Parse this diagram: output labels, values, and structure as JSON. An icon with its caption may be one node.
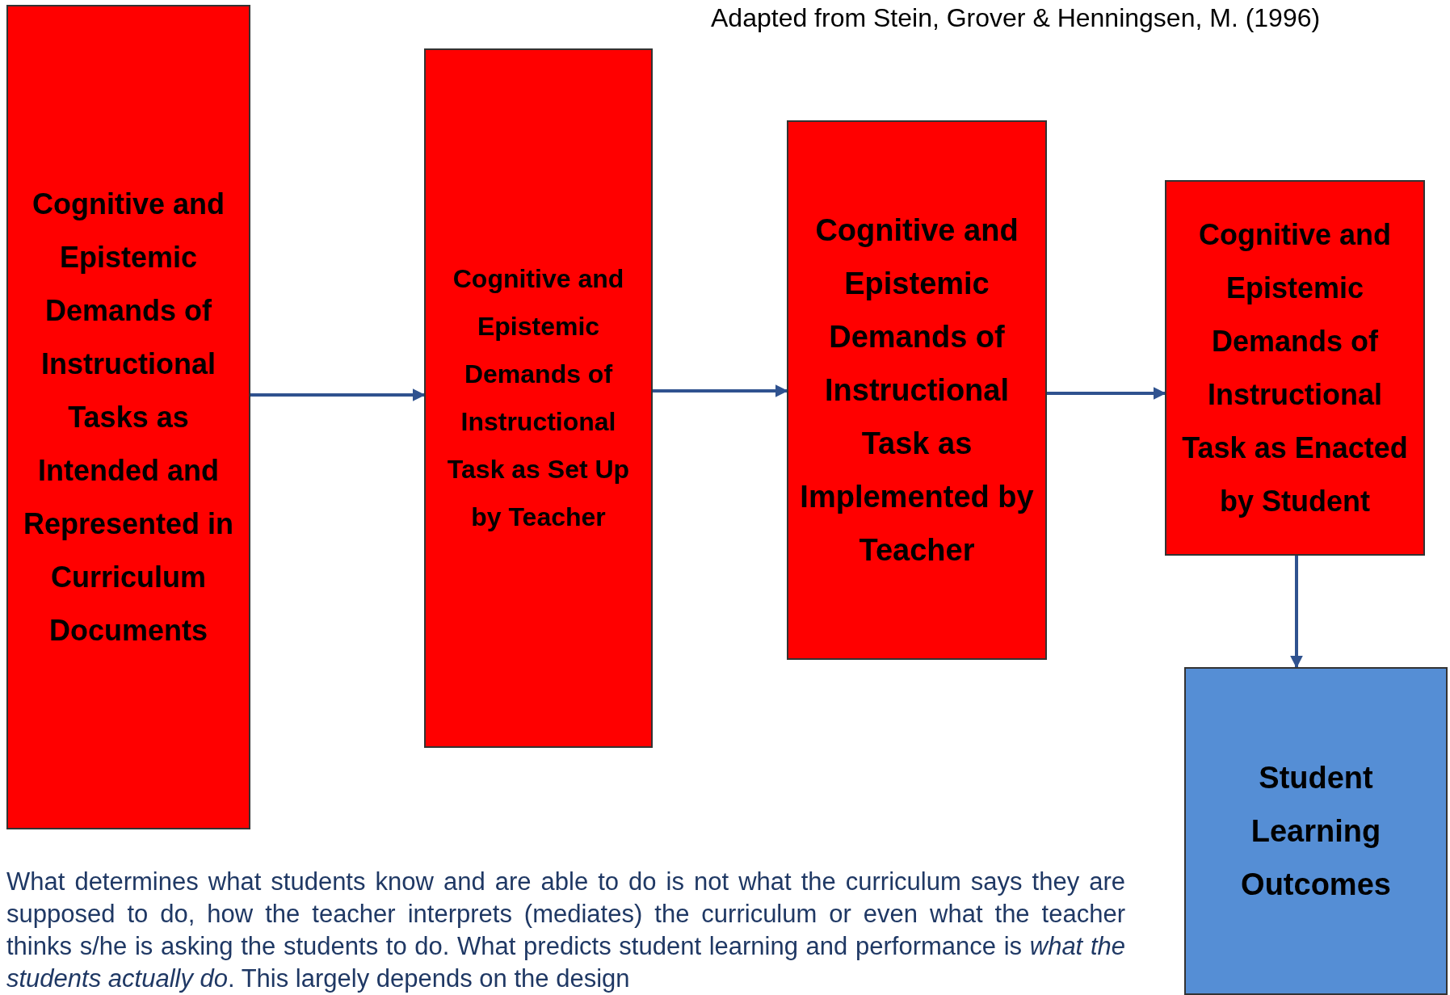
{
  "diagram": {
    "title": "Adapted from Stein, Grover & Henningsen, M. (1996)",
    "nodes": [
      {
        "text": [
          "Cognitive and Epistemic Demands of Instructional Tasks as Intended and Represented in Curriculum Documents"
        ]
      },
      {
        "text": [
          "Cognitive and Epistemic Demands of Instructional Task as Set Up by Teacher"
        ]
      },
      {
        "text": [
          "Cognitive and Epistemic Demands of Instructional Task as Implemented by Teacher"
        ]
      },
      {
        "text": [
          "Cognitive and Epistemic Demands of Instructional Task as Enacted by Student"
        ]
      },
      {
        "text": [
          "Student Learning Outcomes"
        ]
      }
    ],
    "edges": [
      {
        "from": 0,
        "to": 1,
        "arrow": "to"
      },
      {
        "from": 1,
        "to": 2,
        "arrow": "to"
      },
      {
        "from": 2,
        "to": 3,
        "arrow": "to"
      },
      {
        "from": 3,
        "to": 4,
        "arrow": "to"
      }
    ],
    "labels": [
      "What determines what students know and are able to do is not what the curriculum says they are supposed to do, how the teacher interprets (mediates) the curriculum or even what the teacher thinks s/he is asking the students to do. What predicts student learning and performance is *what the students actually do*. This largely depends on the design"
    ]
  }
}
